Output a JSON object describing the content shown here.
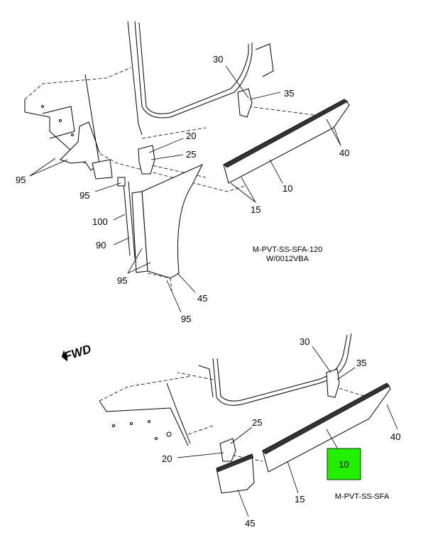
{
  "upper_view": {
    "caption_line1": "M-PVT-SS-SFA-120",
    "caption_line2": "W/0012VBA",
    "callouts": [
      "30",
      "35",
      "20",
      "25",
      "40",
      "95",
      "95",
      "10",
      "15",
      "100",
      "90",
      "95",
      "45",
      "95"
    ]
  },
  "direction_label": "FWD",
  "lower_view": {
    "caption": "M-PVT-SS-SFA",
    "callouts": [
      "30",
      "35",
      "40",
      "25",
      "20",
      "15",
      "45"
    ],
    "highlighted_callout": "10",
    "highlight_color": "#22ee00"
  }
}
